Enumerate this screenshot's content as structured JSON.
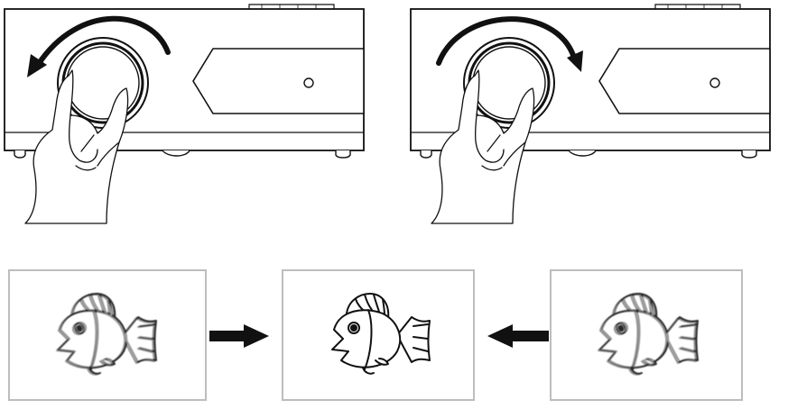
{
  "diagram": {
    "projectors": [
      {
        "id": "left",
        "rotation": "counter-clockwise"
      },
      {
        "id": "right",
        "rotation": "clockwise"
      }
    ],
    "screens": [
      {
        "id": "blurry-left",
        "state": "blurred"
      },
      {
        "id": "focused-center",
        "state": "sharp"
      },
      {
        "id": "blurry-right",
        "state": "blurred"
      }
    ],
    "arrows": [
      {
        "from": "blurry-left",
        "to": "focused-center",
        "direction": "right"
      },
      {
        "from": "blurry-right",
        "to": "focused-center",
        "direction": "left"
      }
    ],
    "colors": {
      "line": "#111111",
      "screen_border": "#bdbdbd",
      "background": "#ffffff"
    }
  }
}
